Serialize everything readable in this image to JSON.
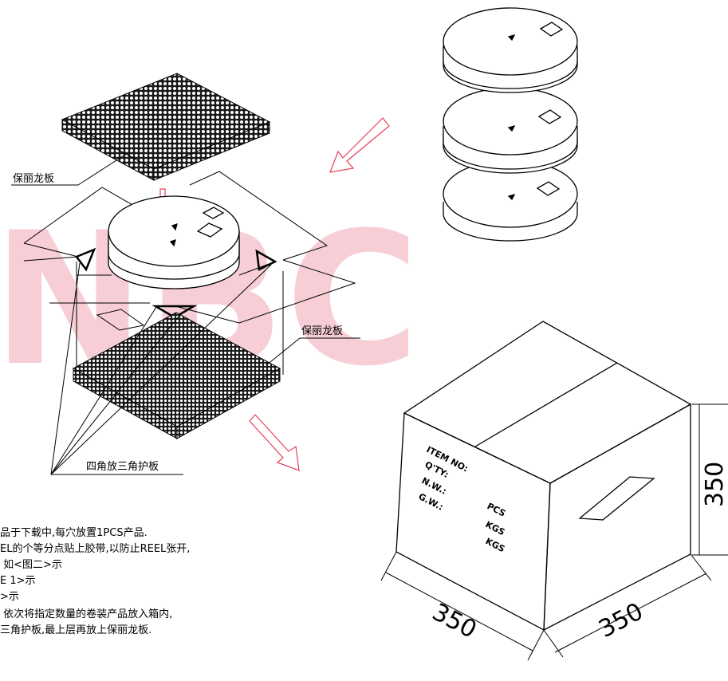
{
  "labels": {
    "top_protector": "保丽龙板",
    "bottom_protector": "保丽龙板",
    "corner_protector": "四角放三角护板"
  },
  "box": {
    "stamp_item_no": "ITEM NO:",
    "stamp_qty": "Q'TY:",
    "stamp_nw": "N.W.:",
    "stamp_gw": "G.W.:",
    "unit_pcs": "PCS",
    "unit_kgs_1": "KGS",
    "unit_kgs_2": "KGS",
    "dim_height": "350",
    "dim_width": "350",
    "dim_depth": "350"
  },
  "notes": [
    "品于下载中,每穴放置1PCS产品.",
    "EL的个等分点贴上胶带,以防止REEL张开,",
    " 如<图二>示",
    "E 1>示",
    ">示",
    " 依次将指定数量的卷装产品放入箱内,",
    "三角护板,最上层再放上保丽龙板."
  ],
  "watermark": "NBC",
  "colors": {
    "line": "#000000",
    "arrow": "#e8405a",
    "watermark": "#f7c9d2"
  }
}
